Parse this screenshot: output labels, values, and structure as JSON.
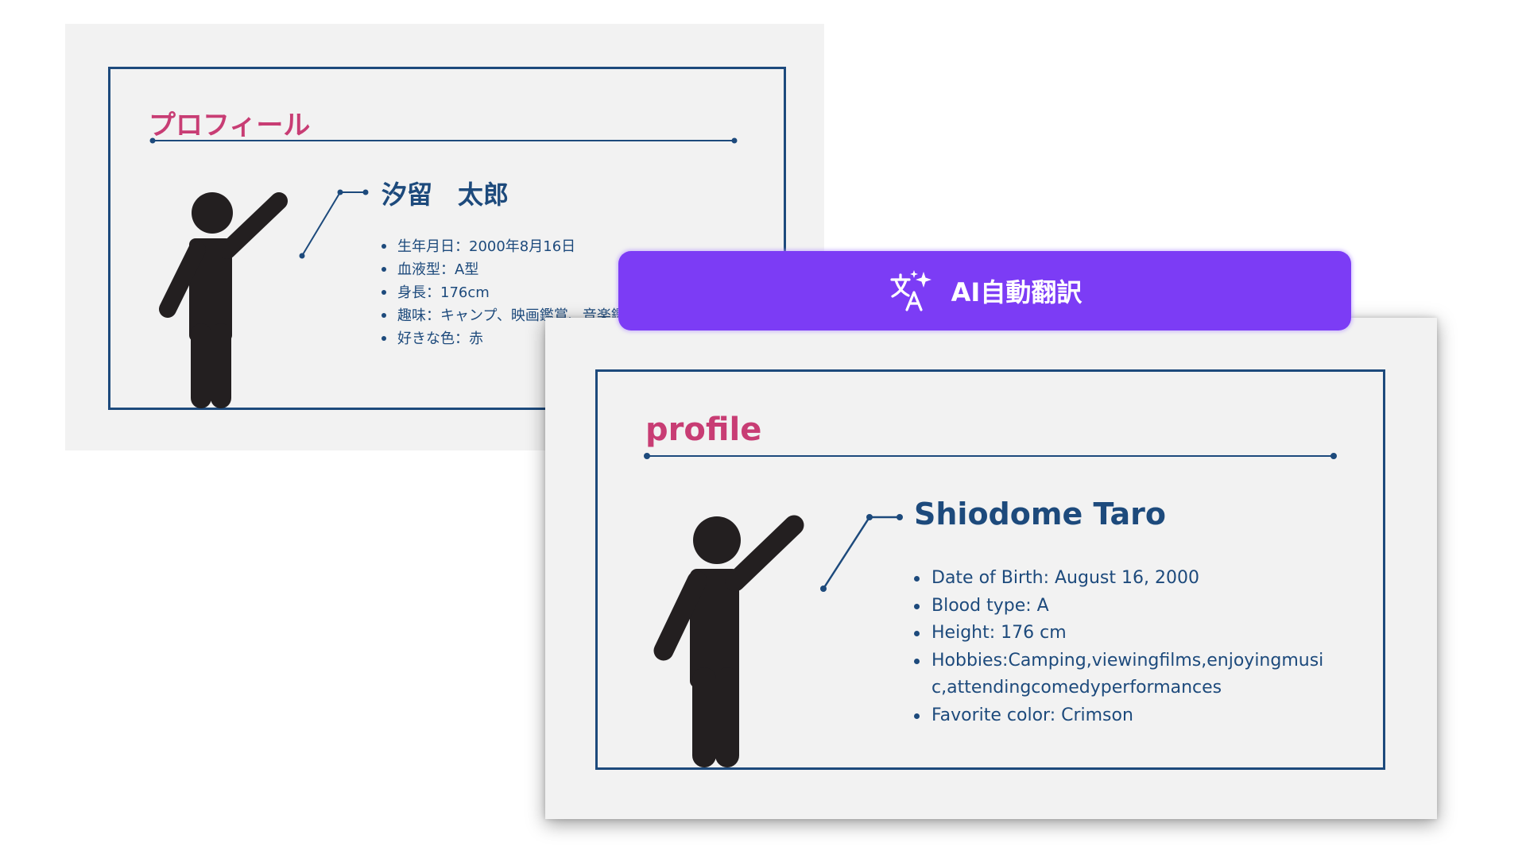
{
  "original_card": {
    "title": "プロフィール",
    "name": "汐留　太郎",
    "details": [
      "生年月日：2000年8月16日",
      "血液型：A型",
      "身長：176cm",
      "趣味：キャンプ、映画鑑賞、音楽鑑賞、お笑い番組鑑賞",
      "好きな色：赤"
    ]
  },
  "translated_card": {
    "title": "profile",
    "name": "Shiodome Taro",
    "details": [
      "Date of Birth: August 16, 2000",
      "Blood type: A",
      "Height: 176 cm",
      "Hobbies:Camping,viewingfilms,enjoyingmusic,attendingcomedyperformances",
      "Favorite color: Crimson"
    ]
  },
  "translate_button": {
    "label": "AI自動翻訳",
    "icon": "translate-sparkle-icon"
  },
  "colors": {
    "title": "#c83d74",
    "text": "#1d4a7c",
    "figure": "#231f20",
    "card_bg": "#f2f2f2",
    "button": "#7c3cf5"
  }
}
